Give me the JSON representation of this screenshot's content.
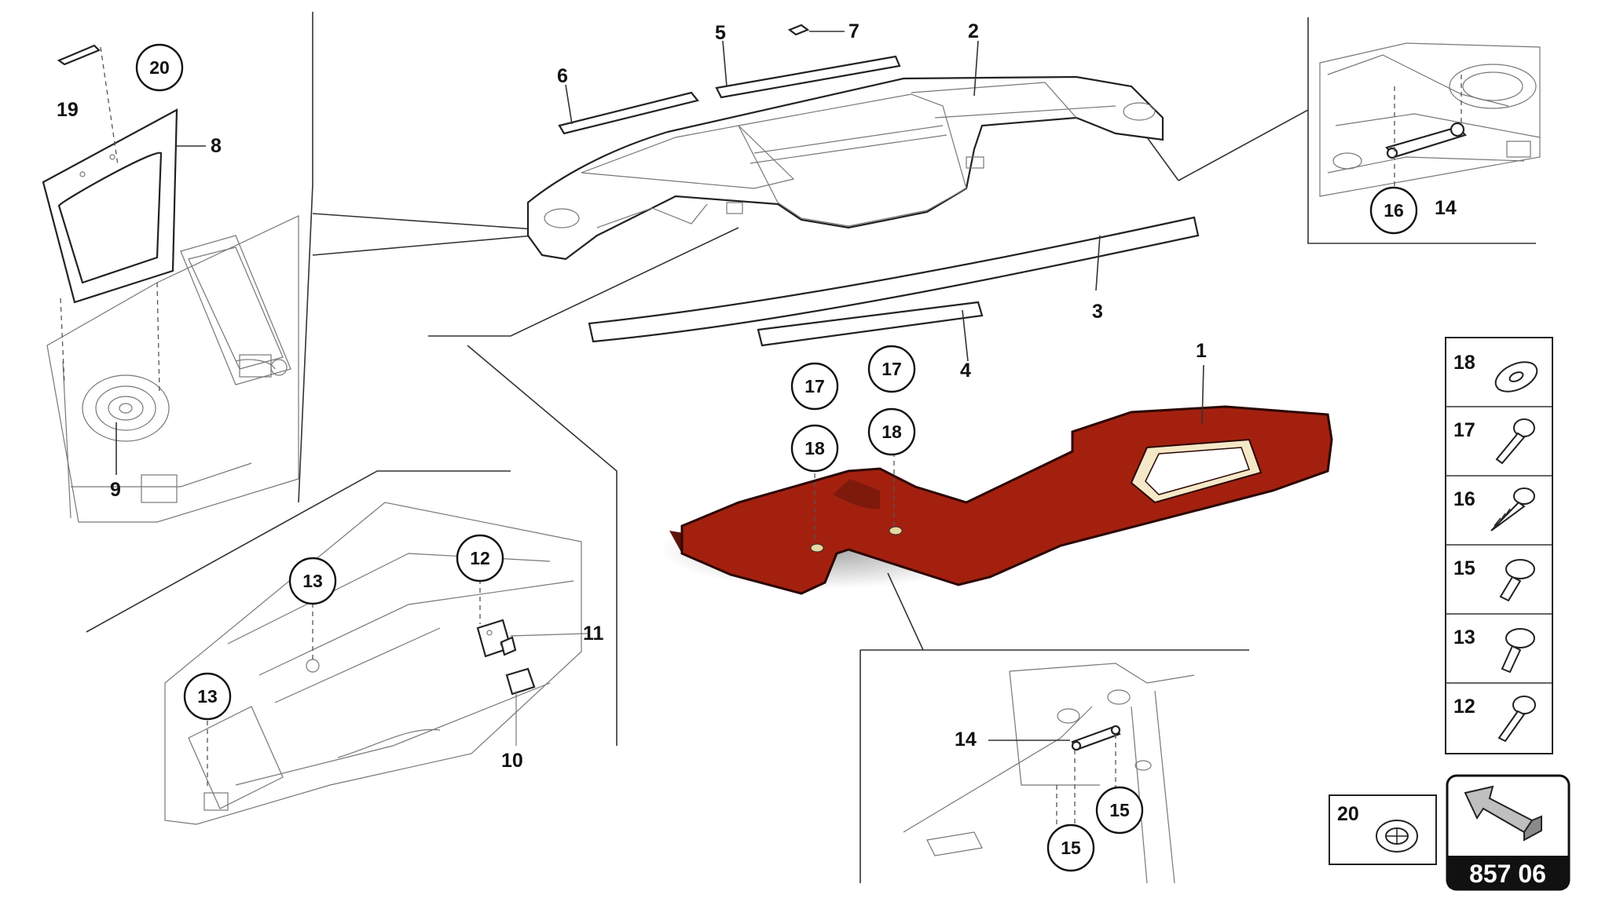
{
  "callouts": {
    "c1": "1",
    "c2": "2",
    "c3": "3",
    "c4": "4",
    "c5": "5",
    "c6": "6",
    "c7": "7",
    "c8": "8",
    "c9": "9",
    "c10": "10",
    "c11": "11",
    "c14a": "14",
    "c14b": "14",
    "c19": "19"
  },
  "circled": {
    "c20": "20",
    "c16": "16",
    "c17a": "17",
    "c18a": "18",
    "c17b": "17",
    "c18b": "18",
    "c13a": "13",
    "c13b": "13",
    "c12": "12",
    "c15a": "15",
    "c15b": "15"
  },
  "legend": {
    "items": [
      {
        "number": "18",
        "icon": "washer-icon"
      },
      {
        "number": "17",
        "icon": "bolt-icon"
      },
      {
        "number": "16",
        "icon": "screw-icon"
      },
      {
        "number": "15",
        "icon": "flange-screw-icon"
      },
      {
        "number": "13",
        "icon": "flange-screw-icon"
      },
      {
        "number": "12",
        "icon": "bolt-icon"
      }
    ],
    "clip": {
      "number": "20",
      "icon": "clip-nut-icon"
    }
  },
  "badge": {
    "code": "857 06",
    "icon": "arrow-icon"
  },
  "colors": {
    "dashboard_cover": "#a3200f",
    "dashboard_shade": "#5e1208",
    "badge_bg": "#111111"
  }
}
